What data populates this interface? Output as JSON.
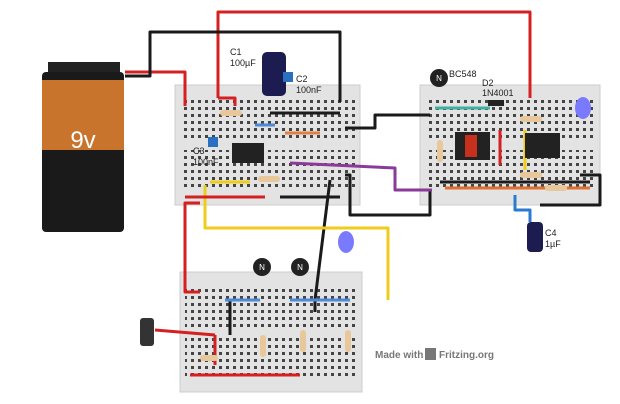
{
  "battery": {
    "label": "9v",
    "colors": {
      "body": "#1a1a1a",
      "cap": "#c8742c"
    }
  },
  "components": {
    "c1": {
      "name": "C1",
      "value": "100µF"
    },
    "c2": {
      "name": "C2",
      "value": "100nF"
    },
    "c3": {
      "name": "C3",
      "value": "100nF"
    },
    "c4": {
      "name": "C4",
      "value": "1µF"
    },
    "q1": {
      "name": "BC548",
      "mark": "N"
    },
    "d2": {
      "name": "D2",
      "value": "1N4001"
    },
    "q2": {
      "mark": "N"
    },
    "q3": {
      "mark": "N"
    }
  },
  "watermark": {
    "prefix": "Made with",
    "brand": "Fritzing.org"
  },
  "colors": {
    "board": "#e6e6e6",
    "red_wire": "#d42020",
    "black_wire": "#1a1a1a",
    "yellow_wire": "#f0cc1a",
    "purple_wire": "#8a3a9a",
    "blue_led": "#7a7aff"
  }
}
